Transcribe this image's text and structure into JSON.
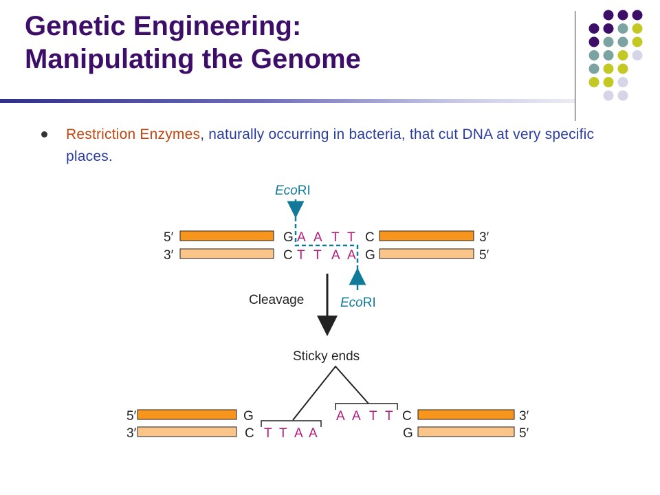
{
  "slide": {
    "title_line1": "Genetic Engineering:",
    "title_line2": "Manipulating the Genome",
    "bullet_term": "Restriction Enzymes",
    "bullet_rest": ", naturally occurring in bacteria, that cut DNA at very specific places."
  },
  "diagram": {
    "enzyme_label_top": "EcoRI",
    "enzyme_label_bottom": "EcoRI",
    "cleavage_label": "Cleavage",
    "sticky_label": "Sticky ends",
    "top": {
      "strand1_5": "5′",
      "strand1_3": "3′",
      "strand2_3": "3′",
      "strand2_5": "5′",
      "seq_top": [
        "G",
        "A",
        "A",
        "T",
        "T",
        "C"
      ],
      "seq_bottom": [
        "C",
        "T",
        "T",
        "A",
        "A",
        "G"
      ]
    },
    "bottom": {
      "left_5": "5′",
      "left_3": "3′",
      "right_3": "3′",
      "right_5": "5′",
      "left_top": "G",
      "left_bottom": [
        "C",
        "T",
        "T",
        "A",
        "A"
      ],
      "right_top": [
        "A",
        "A",
        "T",
        "T",
        "C"
      ],
      "right_bottom": "G"
    }
  },
  "colors": {
    "title": "#3d0e67",
    "term": "#c0460f",
    "body_text": "#2a3d9e",
    "strand_dark": "#f7951d",
    "strand_light": "#fbc489",
    "magenta": "#b5197a",
    "teal": "#117a99"
  },
  "decor": {
    "dot_grid": [
      [
        null,
        "purple",
        "purple",
        "purple"
      ],
      [
        "purple",
        "purple",
        "teal",
        "lime"
      ],
      [
        "purple",
        "teal",
        "teal",
        "lime"
      ],
      [
        "teal",
        "teal",
        "lime",
        "lavender"
      ],
      [
        "teal",
        "lime",
        "lime",
        null
      ],
      [
        "lime",
        "lime",
        "lavender",
        null
      ],
      [
        null,
        "lavender",
        "lavender",
        null
      ]
    ]
  }
}
